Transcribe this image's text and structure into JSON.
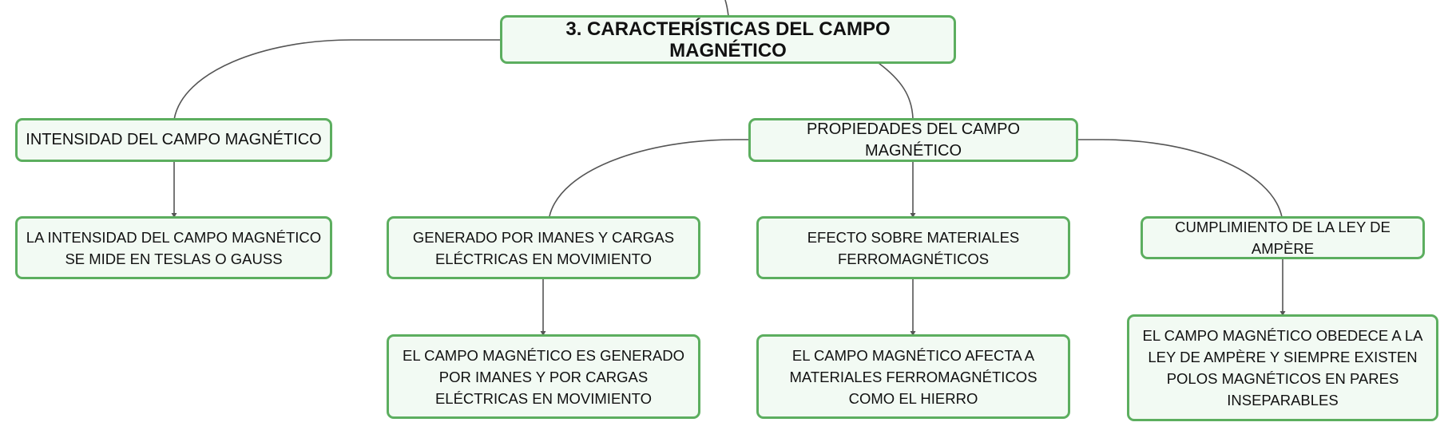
{
  "colors": {
    "node_border": "#5cae5f",
    "node_fill": "#f2faf3",
    "link": "#555555",
    "text": "#111111"
  },
  "nodes": {
    "main": "3. CARACTERÍSTICAS DEL CAMPO MAGNÉTICO",
    "intensity": "INTENSIDAD DEL CAMPO MAGNÉTICO",
    "intensity_detail": "LA INTENSIDAD DEL CAMPO MAGNÉTICO SE MIDE EN TESLAS O GAUSS",
    "properties": "PROPIEDADES DEL CAMPO MAGNÉTICO",
    "generated": "GENERADO POR IMANES Y CARGAS ELÉCTRICAS EN MOVIMIENTO",
    "generated_detail": "EL CAMPO MAGNÉTICO ES GENERADO POR IMANES Y POR CARGAS ELÉCTRICAS EN MOVIMIENTO",
    "ferro": "EFECTO SOBRE MATERIALES FERROMAGNÉTICOS",
    "ferro_detail": "EL CAMPO MAGNÉTICO AFECTA A MATERIALES FERROMAGNÉTICOS COMO EL HIERRO",
    "ampere": "CUMPLIMIENTO DE LA LEY DE AMPÈRE",
    "ampere_detail": "EL CAMPO MAGNÉTICO OBEDECE A LA LEY DE AMPÈRE Y SIEMPRE EXISTEN POLOS MAGNÉTICOS EN PARES INSEPARABLES"
  }
}
